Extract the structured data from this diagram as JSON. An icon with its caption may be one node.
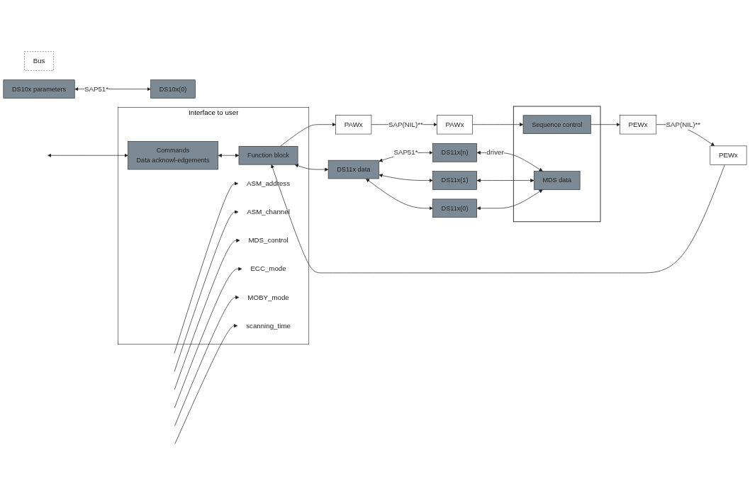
{
  "diagram": {
    "nodes": [
      {
        "text": [
          "Interface to user"
        ]
      },
      {
        "text": [
          "Bus"
        ]
      },
      {
        "text": [],
        "shape": "box"
      },
      {
        "text": [
          "ASM_address"
        ],
        "in": 0
      },
      {
        "text": [
          "ASM_channel"
        ],
        "in": 0
      },
      {
        "text": [
          "MDS_control"
        ],
        "in": 0
      },
      {
        "text": [
          "ECC_mode"
        ],
        "in": 0
      },
      {
        "text": [
          "MOBY_mode"
        ],
        "in": 0
      },
      {
        "text": [
          "scanning_time"
        ],
        "in": 0
      },
      {
        "text": [
          "Commands",
          "Data acknowl-edgements"
        ],
        "in": 0
      },
      {
        "text": [
          "Function block"
        ],
        "in": 0
      },
      {
        "text": [
          "PAWx"
        ]
      },
      {
        "text": [
          "PEWx"
        ]
      },
      {
        "text": [
          "DS10x parameters"
        ]
      },
      {
        "text": [
          "DS11x data"
        ]
      },
      {
        "text": [
          "PAWx"
        ]
      },
      {
        "text": [
          "PEWx"
        ]
      },
      {
        "text": [
          "DS10x(0)"
        ]
      },
      {
        "text": [
          "DS11x(n)"
        ]
      },
      {
        "text": [
          "DS11x(1)"
        ]
      },
      {
        "text": [
          "DS11x(0)"
        ]
      },
      {
        "text": [
          "Sequence control"
        ],
        "in": 2
      },
      {
        "text": [
          "MDS data"
        ],
        "in": 2
      }
    ],
    "edges": [
      {
        "from": null,
        "to": 3,
        "arrow": "to"
      },
      {
        "from": null,
        "to": 4,
        "arrow": "to"
      },
      {
        "from": null,
        "to": 5,
        "arrow": "to"
      },
      {
        "from": null,
        "to": 6,
        "arrow": "to"
      },
      {
        "from": null,
        "to": 7,
        "arrow": "to"
      },
      {
        "from": null,
        "to": 8,
        "arrow": "to"
      },
      {
        "from": null,
        "to": 9,
        "arrow": "both"
      },
      {
        "from": 9,
        "to": 10,
        "arrow": "both"
      },
      {
        "from": 10,
        "to": 11,
        "arrow": "to"
      },
      {
        "from": 11,
        "to": 15,
        "arrow": "to",
        "label": "SAP(NIL)**"
      },
      {
        "from": 15,
        "to": 21,
        "arrow": "to"
      },
      {
        "from": 21,
        "to": 16,
        "arrow": "to"
      },
      {
        "from": 16,
        "to": 12,
        "arrow": "to",
        "label": "SAP(NIL)**"
      },
      {
        "from": 12,
        "to": 10,
        "arrow": "to"
      },
      {
        "from": 13,
        "to": 17,
        "arrow": "both",
        "label": "SAP51*"
      },
      {
        "from": 10,
        "to": 14,
        "arrow": "both"
      },
      {
        "from": 14,
        "to": 18,
        "arrow": "both",
        "label": "SAP51*"
      },
      {
        "from": 14,
        "to": 19,
        "arrow": "both"
      },
      {
        "from": 14,
        "to": 20,
        "arrow": "both"
      },
      {
        "from": 18,
        "to": 22,
        "arrow": "both",
        "label": "driver"
      },
      {
        "from": 19,
        "to": 22,
        "arrow": "both"
      },
      {
        "from": 20,
        "to": 22,
        "arrow": "both"
      }
    ]
  }
}
